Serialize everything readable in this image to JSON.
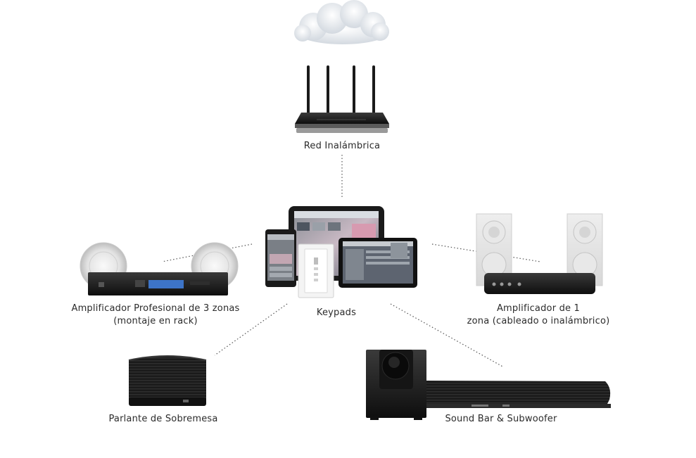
{
  "nodes": {
    "network": {
      "label": "Red Inalámbrica"
    },
    "control": {
      "label": "Keypads"
    },
    "pro_amp": {
      "label_line1": "Amplificador Profesional de 3 zonas",
      "label_line2": "(montaje en rack)"
    },
    "zone_amp": {
      "label_line1": "Amplificador de 1",
      "label_line2": "zona (cableado o inalámbrico)"
    },
    "tabletop": {
      "label": "Parlante de Sobremesa"
    },
    "soundbar": {
      "label": "Sound Bar & Subwoofer"
    }
  },
  "connection_style": "dotted",
  "colors": {
    "connector": "#555555",
    "device_dark": "#1c1c1c",
    "device_light": "#e6e6e6",
    "cloud": "#dfe4ea",
    "display_blue": "#3d74c7"
  },
  "icons": [
    "cloud-icon",
    "router-icon",
    "controllers-icon",
    "rack-amplifier-icon",
    "zone-amplifier-icon",
    "tabletop-speaker-icon",
    "soundbar-subwoofer-icon"
  ]
}
